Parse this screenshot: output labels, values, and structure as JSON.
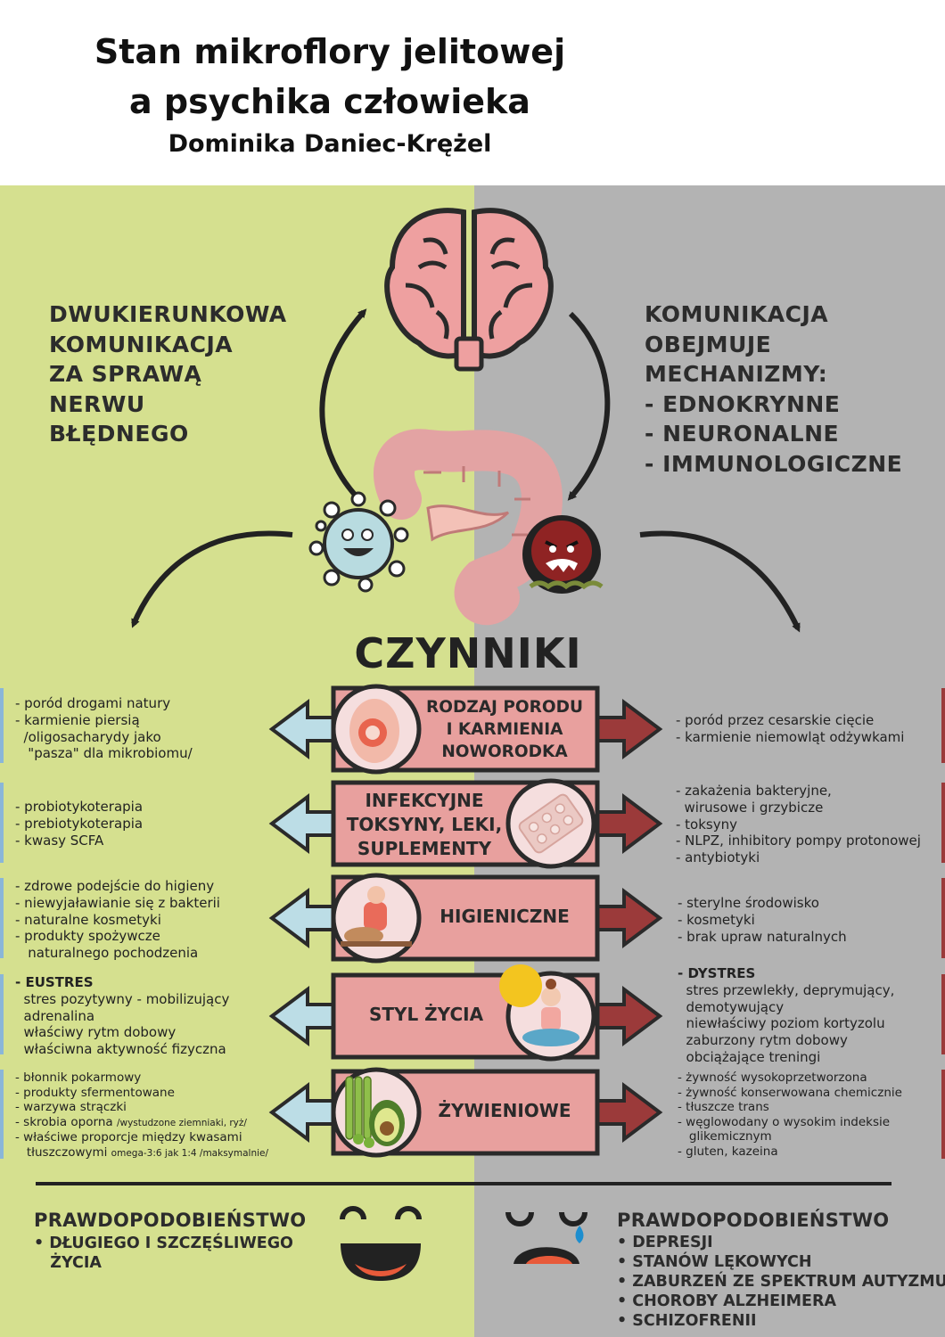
{
  "header": {
    "title_line1": "Stan mikroflory jelitowej",
    "title_line2": "a psychika człowieka",
    "author": "Dominika Daniec-Krężel"
  },
  "left_heading": [
    "DWUKIERUNKOWA",
    "KOMUNIKACJA",
    "ZA SPRAWĄ",
    "NERWU",
    "BŁĘDNEGO"
  ],
  "right_heading": [
    "KOMUNIKACJA",
    "OBEJMUJE",
    "MECHANIZMY:",
    "- EDNOKRYNNE",
    "- NEURONALNE",
    "- IMMUNOLOGICZNE"
  ],
  "factors_title": "CZYNNIKI",
  "factors": [
    {
      "label": [
        "RODZAJ PORODU",
        "I KARMIENIA",
        "NOWORODKA"
      ],
      "icon": "fetus-icon",
      "left": [
        "- poród drogami natury",
        "- karmienie piersią",
        "  /oligosacharydy jako",
        "   \"pasza\" dla mikrobiomu/"
      ],
      "right": [
        "- poród przez cesarskie cięcie",
        "- karmienie niemowląt odżywkami"
      ]
    },
    {
      "label": [
        "INFEKCYJNE",
        "TOKSYNY, LEKI,",
        "SUPLEMENTY"
      ],
      "icon": "pills-icon",
      "left": [
        "- probiotykoterapia",
        "- prebiotykoterapia",
        "- kwasy SCFA"
      ],
      "right": [
        "- zakażenia bakteryjne,",
        "  wirusowe i grzybicze",
        "- toksyny",
        "- NLPZ, inhibitory pompy protonowej",
        "- antybiotyki"
      ]
    },
    {
      "label": [
        "HIGIENICZNE"
      ],
      "icon": "woman-with-dog-icon",
      "left": [
        "- zdrowe podejście do higieny",
        "- niewyjaławianie się z bakterii",
        "- naturalne kosmetyki",
        "- produkty spożywcze",
        "   naturalnego pochodzenia"
      ],
      "right": [
        "- sterylne środowisko",
        "- kosmetyki",
        "- brak upraw naturalnych"
      ]
    },
    {
      "label": [
        "STYL ŻYCIA"
      ],
      "icon": "meditation-icon",
      "left_title": "- EUSTRES",
      "left": [
        "  stres pozytywny - mobilizujący",
        "  adrenalina",
        "  właściwy rytm dobowy",
        "  właściwna aktywność fizyczna"
      ],
      "right_title": "- DYSTRES",
      "right": [
        "  stres przewlekły, deprymujący,",
        "  demotywujący",
        "  niewłaściwy poziom kortyzolu",
        "  zaburzony rytm dobowy",
        "  obciążające treningi"
      ]
    },
    {
      "label": [
        "ŻYWIENIOWE"
      ],
      "icon": "vegetables-icon",
      "left": [
        "- błonnik pokarmowy",
        "- produkty sfermentowane",
        "- warzywa strączki"
      ],
      "left_skrobia": "- skrobia oporna ",
      "left_skrobia_note": "/wystudzone ziemniaki, ryż/",
      "left_proporcje": "- właściwe proporcje między kwasami",
      "left_tluszcz": "   tłuszczowymi ",
      "left_tluszcz_note": "omega-3:6 jak 1:4 /maksymalnie/",
      "right": [
        "- żywność wysokoprzetworzona",
        "- żywność konserwowana chemicznie",
        "- tłuszcze trans",
        "- węglowodany o wysokim indeksie",
        "   glikemicznym",
        "- gluten, kazeina"
      ]
    }
  ],
  "bottom_left": {
    "title": "PRAWDOPODOBIEŃSTWO",
    "items": [
      "• DŁUGIEGO I SZCZĘŚLIWEGO",
      "   ŻYCIA"
    ]
  },
  "bottom_right": {
    "title": "PRAWDOPODOBIEŃSTWO",
    "items": [
      "• DEPRESJI",
      "• STANÓW LĘKOWYCH",
      "• ZABURZEŃ ZE SPEKTRUM AUTYZMU",
      "• CHOROBY ALZHEIMERA",
      "• SCHIZOFRENII"
    ]
  },
  "colors": {
    "left_bg": "#d5e08f",
    "right_bg": "#b3b3b3",
    "banner": "#e8a09e",
    "good_arrow": "#bcdde6",
    "bad_arrow": "#9b3a3a",
    "brain": "#eea0a0"
  }
}
